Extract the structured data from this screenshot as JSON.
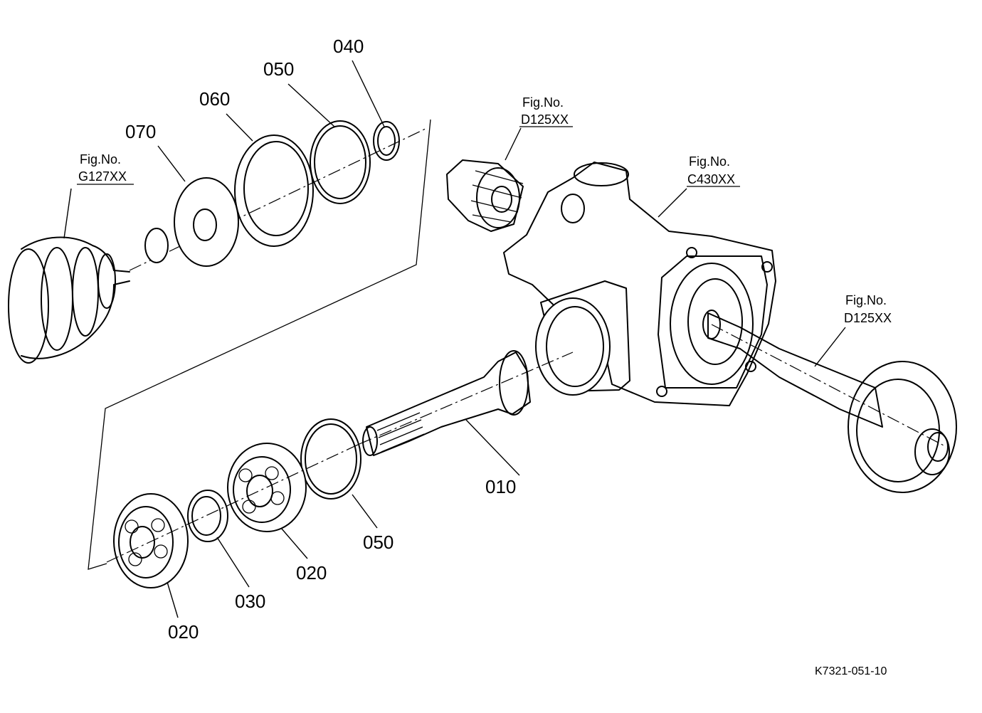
{
  "callouts": {
    "p010": "010",
    "p020a": "020",
    "p020b": "020",
    "p030": "030",
    "p040": "040",
    "p050a": "050",
    "p050b": "050",
    "p060": "060",
    "p070": "070"
  },
  "figure_refs": {
    "g127": {
      "caption": "Fig.No.",
      "code": "G127XX"
    },
    "d125_top": {
      "caption": "Fig.No.",
      "code": "D125XX"
    },
    "c430": {
      "caption": "Fig.No.",
      "code": "C430XX"
    },
    "d125_right": {
      "caption": "Fig.No.",
      "code": "D125XX"
    }
  },
  "drawing_code": "K7321-051-10"
}
